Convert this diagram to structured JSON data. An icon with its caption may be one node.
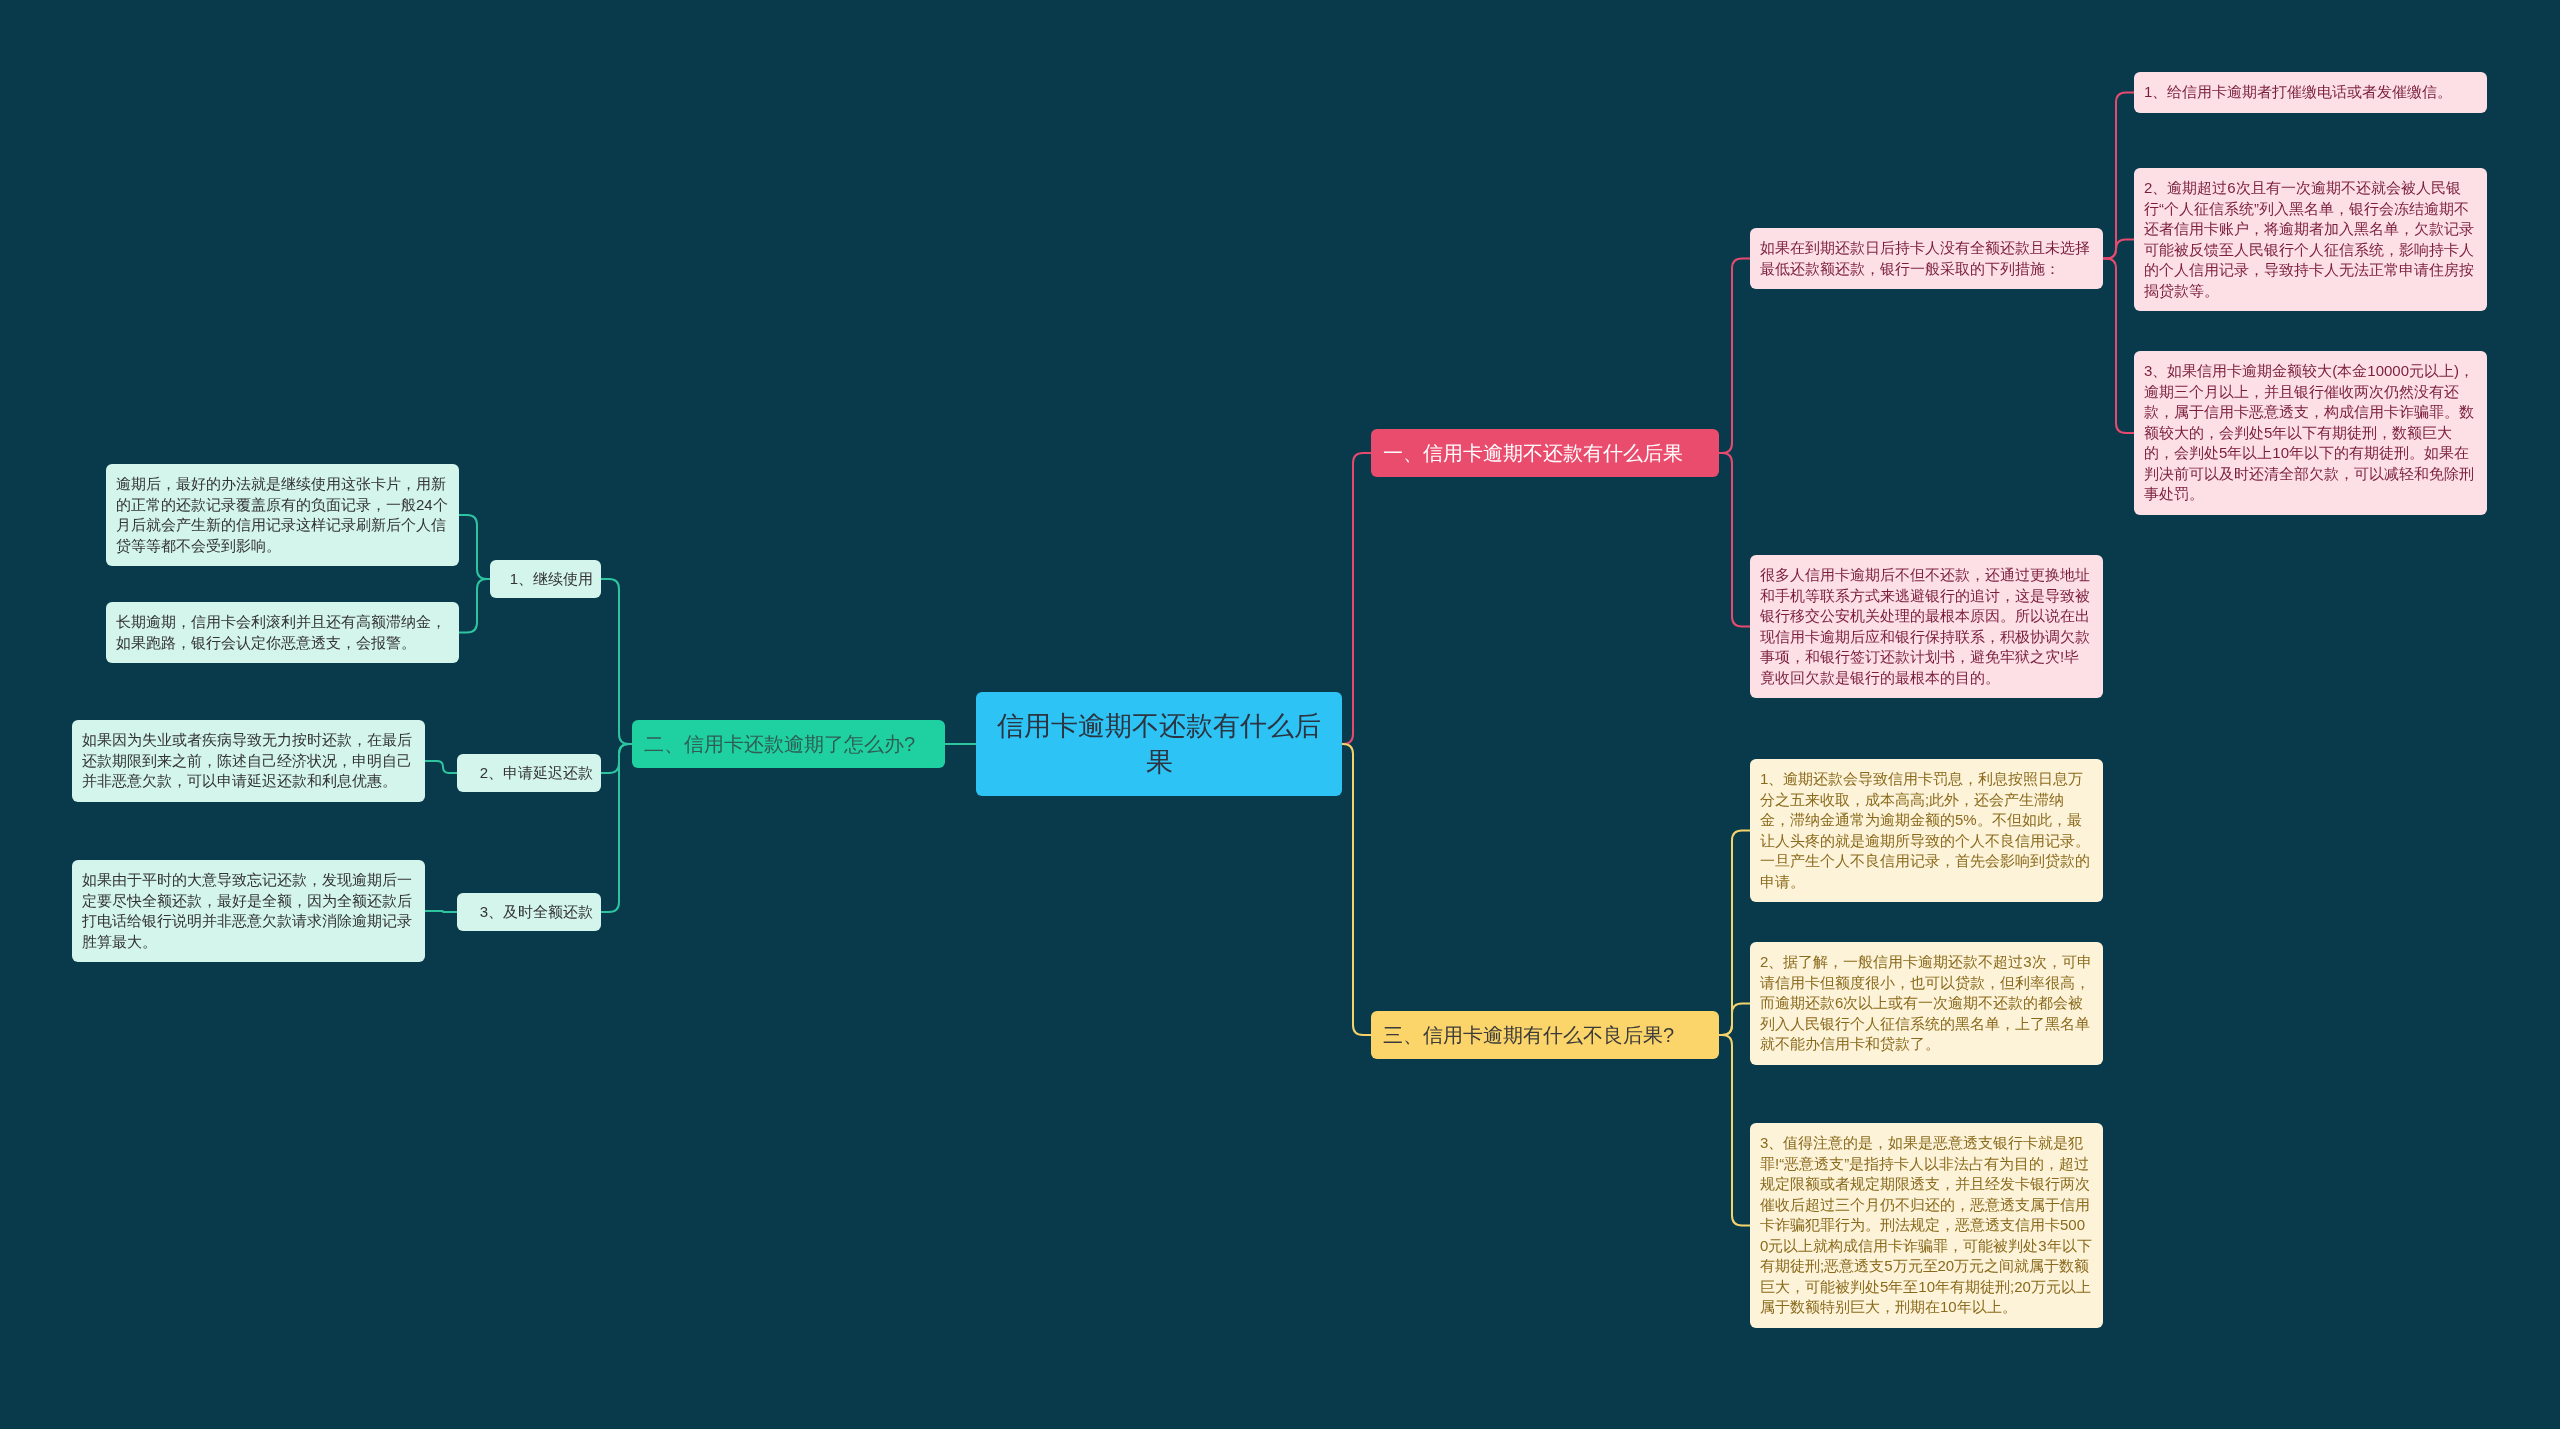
{
  "diagram": {
    "nodes": [
      {
        "text": [
          "信用卡逾期不还款有什么后果"
        ]
      },
      {
        "text": [
          "一、信用卡逾期不还款有什么后果"
        ]
      },
      {
        "text": [
          "如果在到期还款日后持卡人没有全额还款且未选择最低还款额还款，银行一般采取的下列措施："
        ]
      },
      {
        "text": [
          "1、给信用卡逾期者打催缴电话或者发催缴信。"
        ]
      },
      {
        "text": [
          "2、逾期超过6次且有一次逾期不还就会被人民银行“个人征信系统”列入黑名单，银行会冻结逾期不还者信用卡账户，将逾期者加入黑名单，欠款记录可能被反馈至人民银行个人征信系统，影响持卡人的个人信用记录，导致持卡人无法正常申请住房按揭贷款等。"
        ]
      },
      {
        "text": [
          "3、如果信用卡逾期金额较大(本金10000元以上)，逾期三个月以上，并且银行催收两次仍然没有还款，属于信用卡恶意透支，构成信用卡诈骗罪。数额较大的，会判处5年以下有期徒刑，数额巨大的，会判处5年以上10年以下的有期徒刑。如果在判决前可以及时还清全部欠款，可以减轻和免除刑事处罚。"
        ]
      },
      {
        "text": [
          "很多人信用卡逾期后不但不还款，还通过更换地址和手机等联系方式来逃避银行的追讨，这是导致被银行移交公安机关处理的最根本原因。所以说在出现信用卡逾期后应和银行保持联系，积极协调欠款事项，和银行签订还款计划书，避免牢狱之灾!毕竟收回欠款是银行的最根本的目的。"
        ]
      },
      {
        "text": [
          "三、信用卡逾期有什么不良后果?"
        ]
      },
      {
        "text": [
          "1、逾期还款会导致信用卡罚息，利息按照日息万分之五来收取，成本高高;此外，还会产生滞纳金，滞纳金通常为逾期金额的5%。不但如此，最让人头疼的就是逾期所导致的个人不良信用记录。一旦产生个人不良信用记录，首先会影响到贷款的申请。"
        ]
      },
      {
        "text": [
          "2、据了解，一般信用卡逾期还款不超过3次，可申请信用卡但额度很小，也可以贷款，但利率很高，而逾期还款6次以上或有一次逾期不还款的都会被列入人民银行个人征信系统的黑名单，上了黑名单就不能办信用卡和贷款了。"
        ]
      },
      {
        "text": [
          "3、值得注意的是，如果是恶意透支银行卡就是犯罪!“恶意透支”是指持卡人以非法占有为目的，超过规定限额或者规定期限透支，并且经发卡银行两次催收后超过三个月仍不归还的，恶意透支属于信用卡诈骗犯罪行为。刑法规定，恶意透支信用卡5000元以上就构成信用卡诈骗罪，可能被判处3年以下有期徒刑;恶意透支5万元至20万元之间就属于数额巨大，可能被判处5年至10年有期徒刑;20万元以上属于数额特别巨大，刑期在10年以上。"
        ]
      },
      {
        "text": [
          "二、信用卡还款逾期了怎么办?"
        ]
      },
      {
        "text": [
          "1、继续使用"
        ]
      },
      {
        "text": [
          "逾期后，最好的办法就是继续使用这张卡片，用新的正常的还款记录覆盖原有的负面记录，一般24个月后就会产生新的信用记录这样记录刷新后个人信贷等等都不会受到影响。"
        ]
      },
      {
        "text": [
          "长期逾期，信用卡会利滚利并且还有高额滞纳金，如果跑路，银行会认定你恶意透支，会报警。"
        ]
      },
      {
        "text": [
          "2、申请延迟还款"
        ]
      },
      {
        "text": [
          "如果因为失业或者疾病导致无力按时还款，在最后还款期限到来之前，陈述自己经济状况，申明自己并非恶意欠款，可以申请延迟还款和利息优惠。"
        ]
      },
      {
        "text": [
          "3、及时全额还款"
        ]
      },
      {
        "text": [
          "如果由于平时的大意导致忘记还款，发现逾期后一定要尽快全额还款，最好是全额，因为全额还款后打电话给银行说明并非恶意欠款请求消除逾期记录胜算最大。"
        ]
      }
    ],
    "edges": [
      {
        "from": 0,
        "to": 1,
        "arrow": "none",
        "color": "#e84a6f"
      },
      {
        "from": 1,
        "to": 2,
        "arrow": "none",
        "color": "#e84a6f"
      },
      {
        "from": 2,
        "to": 3,
        "arrow": "none",
        "color": "#e84a6f"
      },
      {
        "from": 2,
        "to": 4,
        "arrow": "none",
        "color": "#e84a6f"
      },
      {
        "from": 2,
        "to": 5,
        "arrow": "none",
        "color": "#e84a6f"
      },
      {
        "from": 1,
        "to": 6,
        "arrow": "none",
        "color": "#e84a6f"
      },
      {
        "from": 0,
        "to": 7,
        "arrow": "none",
        "color": "#f5d36b"
      },
      {
        "from": 7,
        "to": 8,
        "arrow": "none",
        "color": "#f5d36b"
      },
      {
        "from": 7,
        "to": 9,
        "arrow": "none",
        "color": "#f5d36b"
      },
      {
        "from": 7,
        "to": 10,
        "arrow": "none",
        "color": "#f5d36b"
      },
      {
        "from": 0,
        "to": 11,
        "arrow": "none"
      },
      {
        "from": 11,
        "to": 12,
        "arrow": "none"
      },
      {
        "from": 12,
        "to": 13,
        "arrow": "none"
      },
      {
        "from": 12,
        "to": 14,
        "arrow": "none"
      },
      {
        "from": 11,
        "to": 15,
        "arrow": "none"
      },
      {
        "from": 15,
        "to": 16,
        "arrow": "none"
      },
      {
        "from": 11,
        "to": 17,
        "arrow": "none"
      },
      {
        "from": 17,
        "to": 18,
        "arrow": "none"
      }
    ]
  }
}
